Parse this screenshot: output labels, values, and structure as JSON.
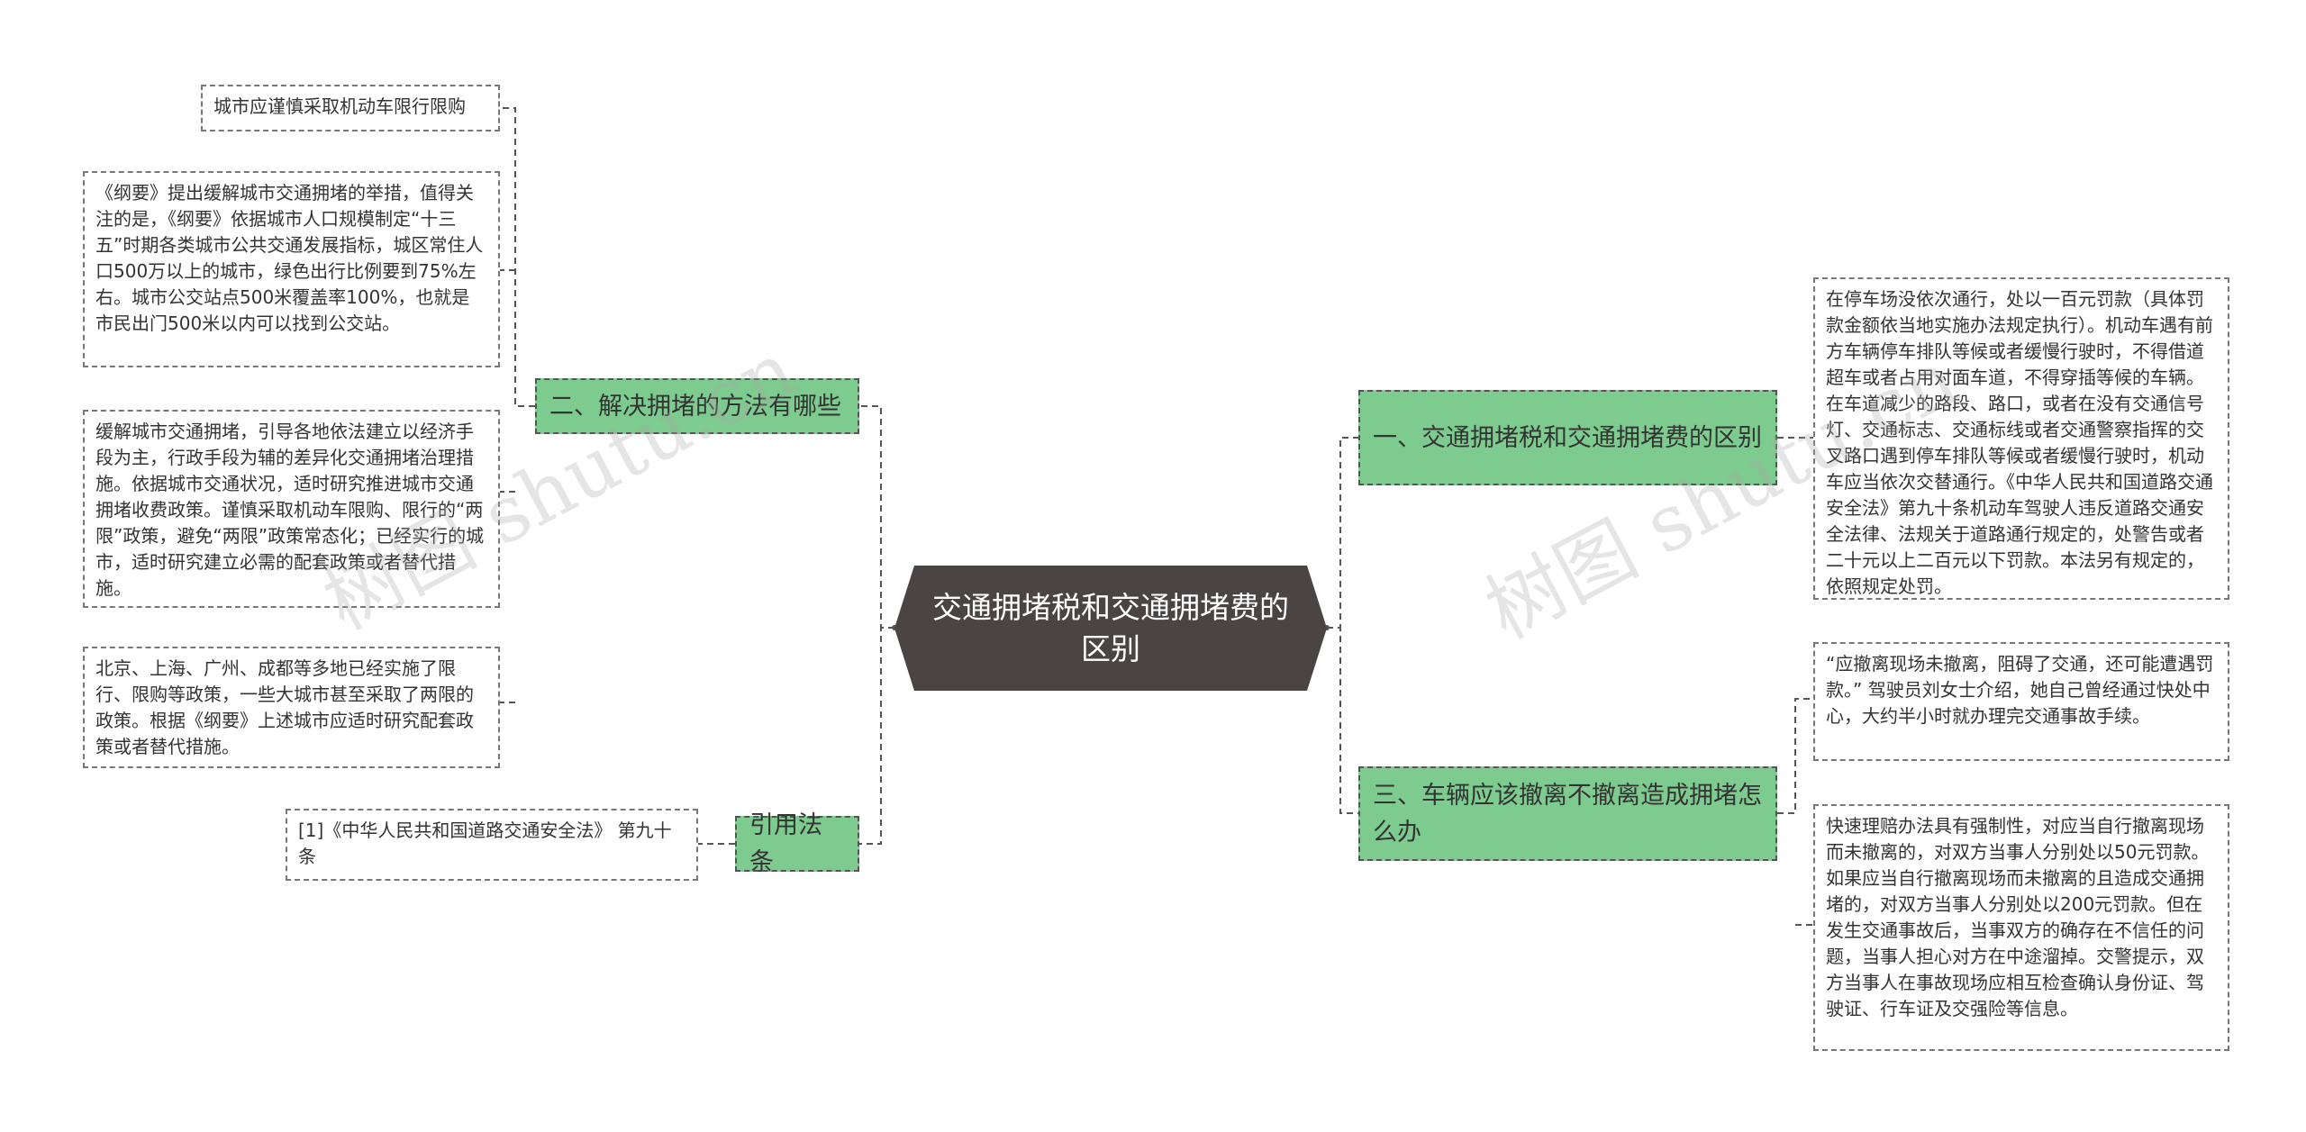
{
  "root": {
    "label": "交通拥堵税和交通拥堵费的区别"
  },
  "branches": {
    "left_solutions": {
      "label": "二、解决拥堵的方法有哪些"
    },
    "left_law": {
      "label": "引用法条"
    },
    "right_difference": {
      "label": "一、交通拥堵税和交通拥堵费的区别"
    },
    "right_evacuate": {
      "label": "三、车辆应该撤离不撤离造成拥堵怎么办"
    }
  },
  "leaves": {
    "limit_purchase": "城市应谨慎采取机动车限行限购",
    "outline": "《纲要》提出缓解城市交通拥堵的举措，值得关注的是，《纲要》依据城市人口规模制定“十三五”时期各类城市公共交通发展指标，城区常住人口500万以上的城市，绿色出行比例要到75%左右。城市公交站点500米覆盖率100%，也就是市民出门500米以内可以找到公交站。",
    "ease_congestion": "缓解城市交通拥堵，引导各地依法建立以经济手段为主，行政手段为辅的差异化交通拥堵治理措施。依据城市交通状况，适时研究推进城市交通拥堵收费政策。谨慎采取机动车限购、限行的“两限”政策，避免“两限”政策常态化；已经实行的城市，适时研究建立必需的配套政策或者替代措施。",
    "big_cities": "北京、上海、广州、成都等多地已经实施了限行、限购等政策，一些大城市甚至采取了两限的政策。根据《纲要》上述城市应适时研究配套政策或者替代措施。",
    "law_ref": "[1]《中华人民共和国道路交通安全法》 第九十条",
    "parking_lot": "在停车场没依次通行，处以一百元罚款（具体罚款金额依当地实施办法规定执行）。机动车遇有前方车辆停车排队等候或者缓慢行驶时，不得借道超车或者占用对面车道，不得穿插等候的车辆。在车道减少的路段、路口，或者在没有交通信号灯、交通标志、交通标线或者交通警察指挥的交叉路口遇到停车排队等候或者缓慢行驶时，机动车应当依次交替通行。《中华人民共和国道路交通安全法》第九十条机动车驾驶人违反道路交通安全法律、法规关于道路通行规定的，处警告或者二十元以上二百元以下罚款。本法另有规定的，依照规定处罚。",
    "quote": "“应撤离现场未撤离，阻碍了交通，还可能遭遇罚款。” 驾驶员刘女士介绍，她自己曾经通过快处中心，大约半小时就办理完交通事故手续。",
    "quick_claim": "快速理赔办法具有强制性，对应当自行撤离现场而未撤离的，对双方当事人分别处以50元罚款。如果应当自行撤离现场而未撤离的且造成交通拥堵的，对双方当事人分别处以200元罚款。但在发生交通事故后，当事双方的确存在不信任的问题，当事人担心对方在中途溜掉。交警提示，双方当事人在事故现场应相互检查确认身份证、驾驶证、行车证及交强险等信息。"
  },
  "watermark": {
    "text": "树图 shutu.cn"
  },
  "colors": {
    "root_bg": "#4a4544",
    "branch_bg": "#7ecb8f",
    "connector": "#555555",
    "leaf_border": "#777777"
  }
}
